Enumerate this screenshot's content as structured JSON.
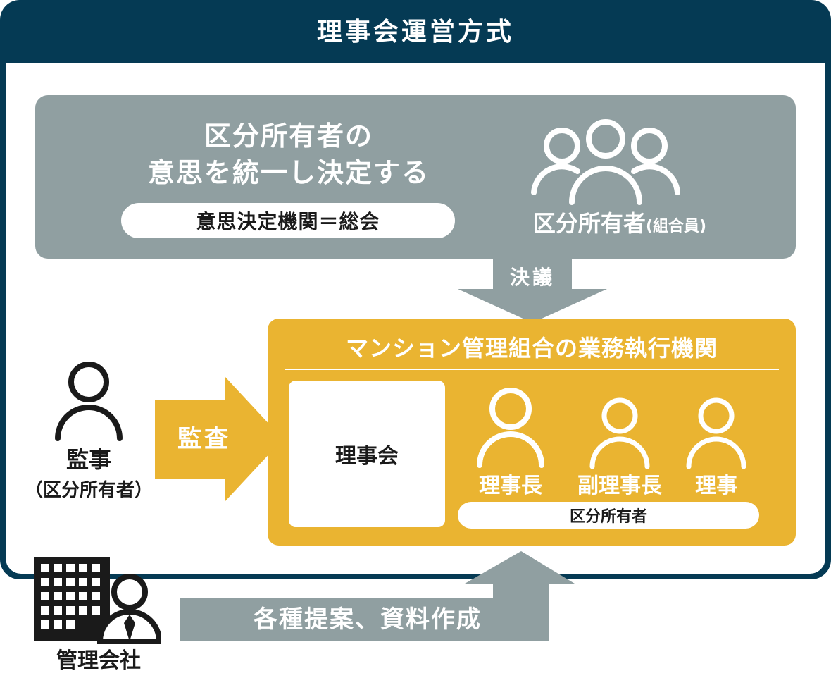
{
  "header": {
    "title": "理事会運営方式"
  },
  "general_assembly": {
    "heading_line1": "区分所有者の",
    "heading_line2": "意思を統一し決定する",
    "decision_body": "意思決定機関＝総会",
    "owners_label": "区分所有者",
    "owners_note": "(組合員)"
  },
  "resolution_arrow": {
    "label": "決議"
  },
  "execution_body": {
    "title": "マンション管理組合の業務執行機関",
    "board": "理事会",
    "roles": [
      "理事長",
      "副理事長",
      "理事"
    ],
    "roles_note": "区分所有者"
  },
  "auditor": {
    "title": "監事",
    "note": "（区分所有者）",
    "arrow_label": "監査"
  },
  "management_company": {
    "label": "管理会社",
    "arrow_label": "各種提案、資料作成"
  },
  "colors": {
    "navy": "#053a54",
    "gray": "#909fa1",
    "orange": "#eab431",
    "white": "#ffffff",
    "ink": "#1a1a1a"
  },
  "icons": [
    "group-people-icon",
    "person-icon",
    "office-building-icon",
    "business-person-icon"
  ]
}
